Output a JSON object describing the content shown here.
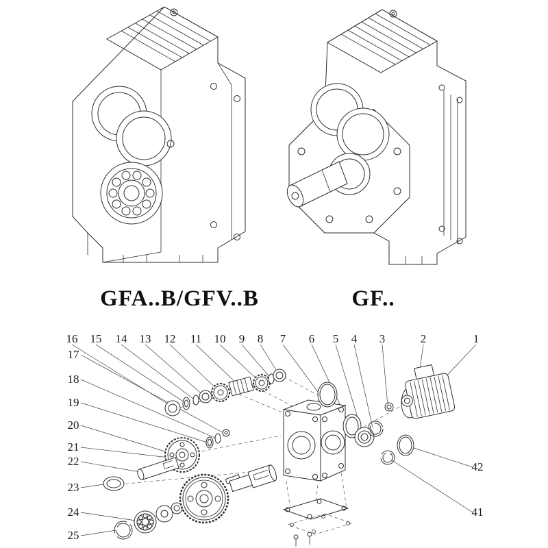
{
  "diagram": {
    "background": "#ffffff",
    "line_color": "#2b2b2b",
    "left_model": {
      "caption": "GFA..B/GFV..B"
    },
    "right_model": {
      "caption": "GF.."
    },
    "exploded": {
      "top_callouts": [
        "16",
        "15",
        "14",
        "13",
        "12",
        "11",
        "10",
        "9",
        "8",
        "7",
        "6",
        "5",
        "4",
        "3",
        "2",
        "1"
      ],
      "left_callouts": [
        "17",
        "18",
        "19",
        "20",
        "21",
        "22",
        "23",
        "24",
        "25"
      ],
      "right_callouts": [
        "42",
        "41"
      ]
    }
  }
}
